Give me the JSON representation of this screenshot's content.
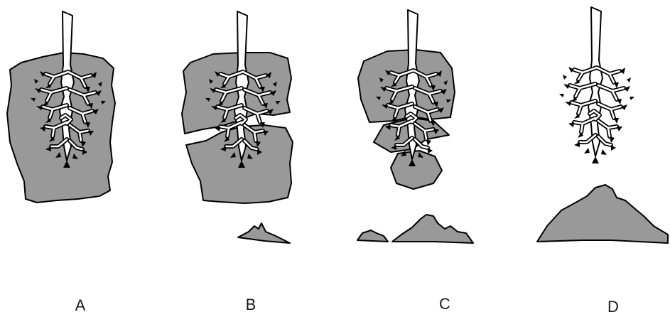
{
  "figure": {
    "panels": [
      {
        "id": "A",
        "label": "A",
        "state": "root ball intact"
      },
      {
        "id": "B",
        "label": "B",
        "state": "root ball cracking, small soil pile below"
      },
      {
        "id": "C",
        "label": "C",
        "state": "root ball breaking apart, larger soil pile below"
      },
      {
        "id": "D",
        "label": "D",
        "state": "bare roots, soil fallen into heap"
      }
    ],
    "colors": {
      "soil": "#999999",
      "outline": "#000000",
      "root": "#ffffff",
      "background": "#ffffff"
    }
  }
}
